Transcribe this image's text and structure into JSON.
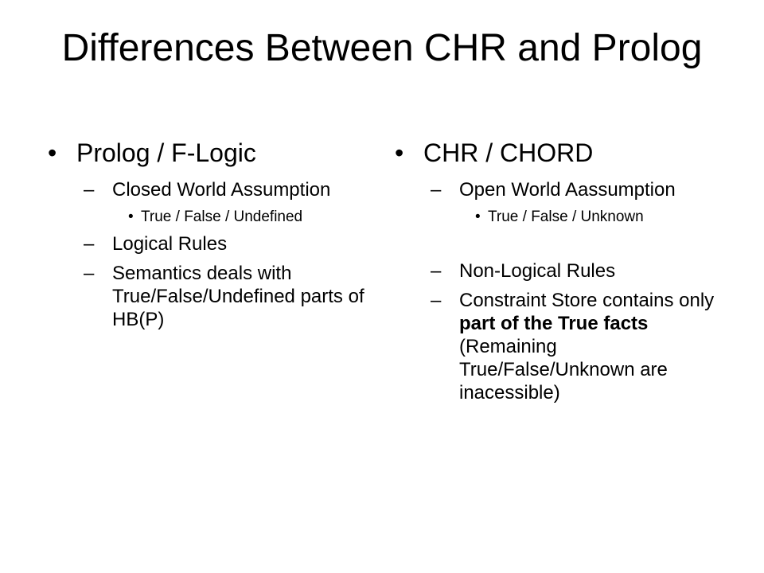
{
  "slide": {
    "title": "Differences Between CHR and Prolog",
    "left": {
      "heading": "Prolog / F-Logic",
      "item1": "Closed World Assumption",
      "item1_sub": "True / False / Undefined",
      "item2": "Logical Rules",
      "item3": "Semantics deals with True/False/Undefined parts of HB(P)"
    },
    "right": {
      "heading": "CHR / CHORD",
      "item1": "Open World Aassumption",
      "item1_sub": "True / False / Unknown",
      "item2": "Non-Logical Rules",
      "item3_pre": "Constraint Store contains only ",
      "item3_bold": "part of the True facts",
      "item3_post": " (Remaining True/False/Unknown are inacessible)"
    },
    "symbols": {
      "bullet": "•",
      "dash": "–"
    }
  }
}
